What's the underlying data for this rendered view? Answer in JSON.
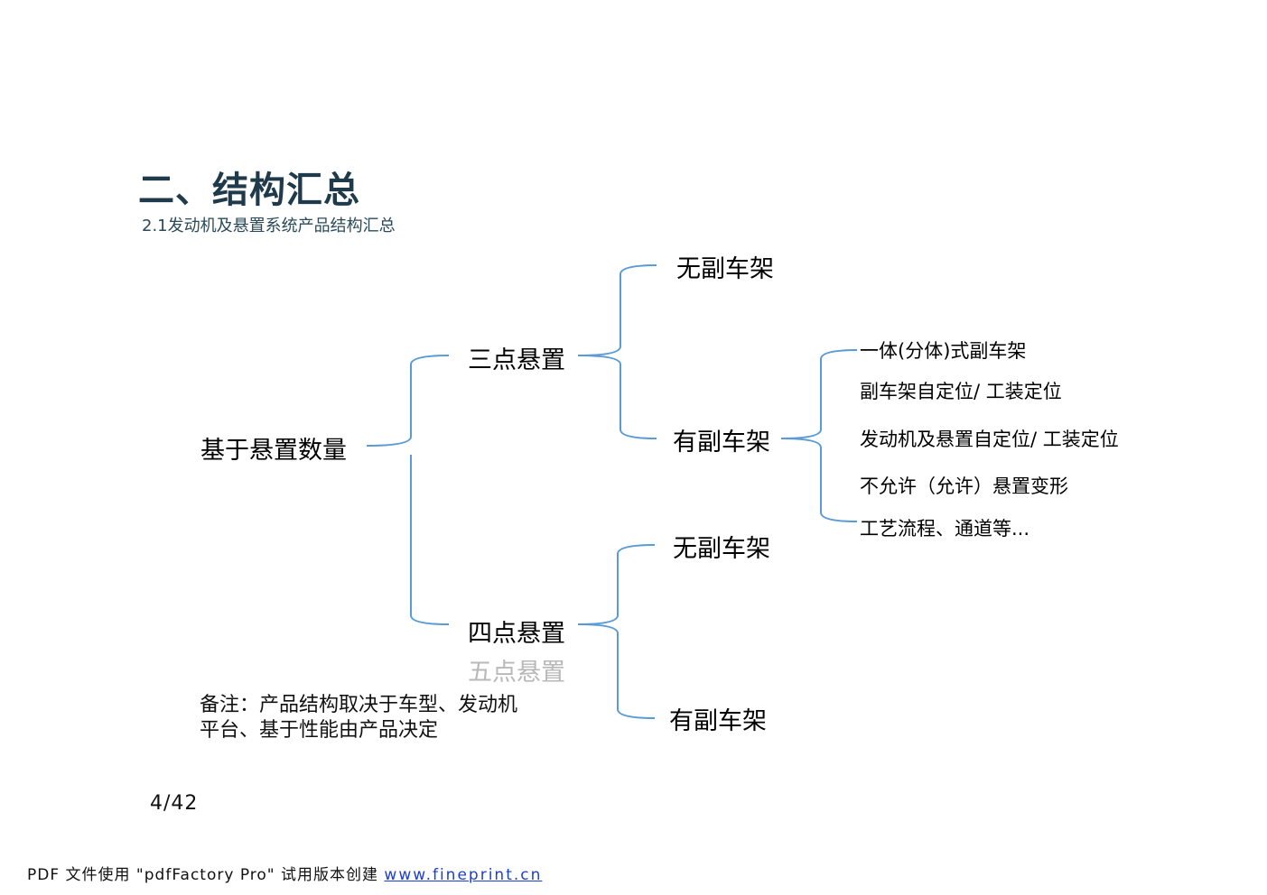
{
  "title": "二、结构汇总",
  "subtitle": "2.1发动机及悬置系统产品结构汇总",
  "tree": {
    "root": "基于悬置数量",
    "three_point": "三点悬置",
    "three_no_subframe": "无副车架",
    "three_with_subframe": "有副车架",
    "four_point": "四点悬置",
    "five_point": "五点悬置",
    "four_no_subframe": "无副车架",
    "four_with_subframe": "有副车架",
    "details": [
      "一体(分体)式副车架",
      "副车架自定位/ 工装定位",
      "发动机及悬置自定位/ 工装定位",
      "不允许（允许）悬置变形",
      "工艺流程、通道等..."
    ]
  },
  "note": "备注：产品结构取决于车型、发动机平台、基于性能由产品决定",
  "page_number": "4/42",
  "footer": {
    "text": "PDF 文件使用 \"pdfFactory Pro\" 试用版本创建",
    "link": "www.fineprint.cn"
  },
  "colors": {
    "connector": "#5b9bd5",
    "title": "#1f3a4a"
  }
}
